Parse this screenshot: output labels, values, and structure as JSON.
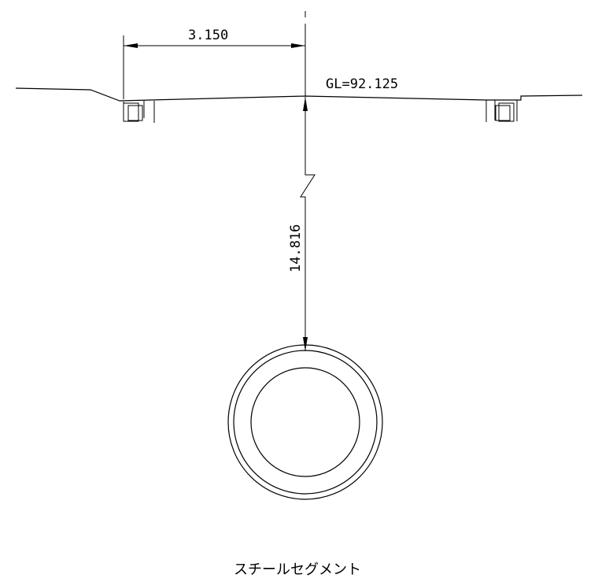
{
  "dimensions": {
    "horizontal_offset": "3.150",
    "ground_level": "GL=92.125",
    "depth": "14.816"
  },
  "caption": "スチールセグメント"
}
